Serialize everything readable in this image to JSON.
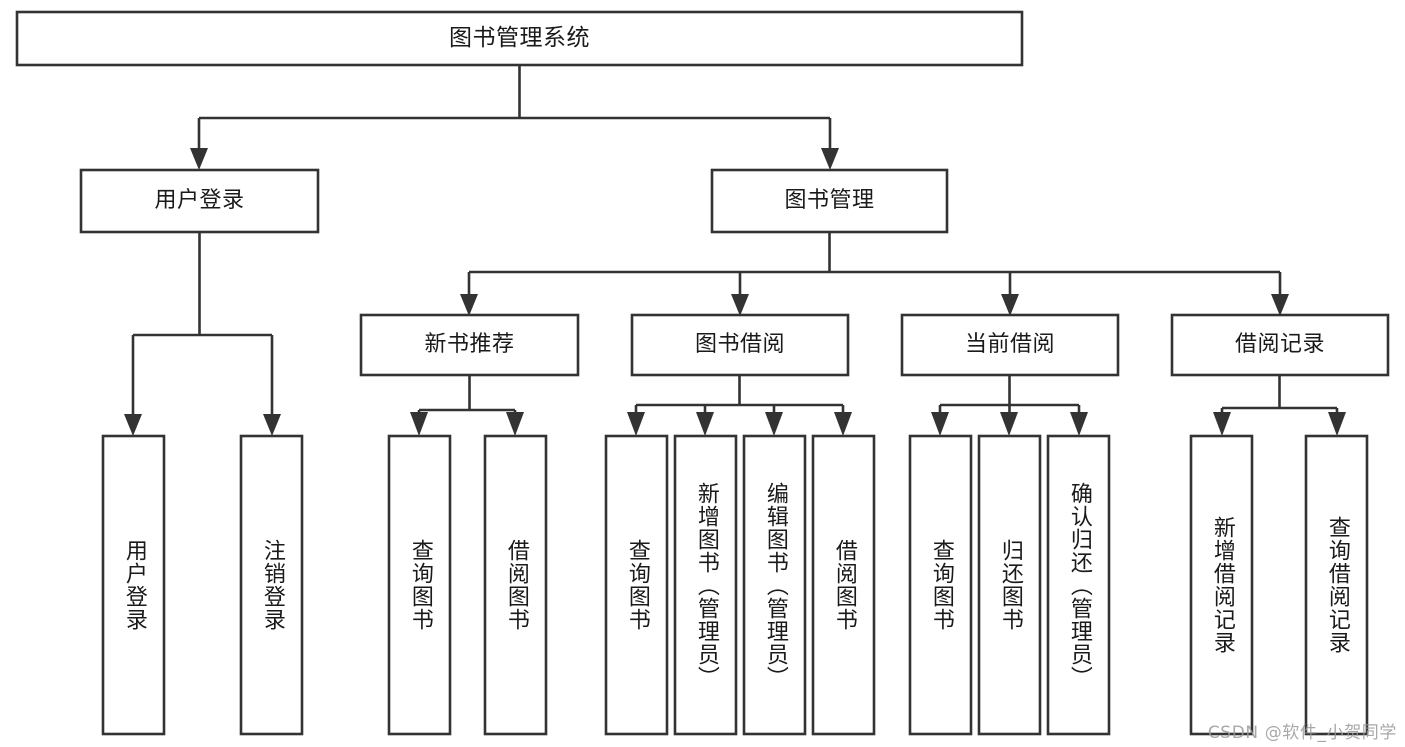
{
  "diagram": {
    "type": "tree-hierarchy-chart",
    "title": "图书管理系统",
    "watermark": "CSDN @软件_小贺同学",
    "colors": {
      "box_stroke": "#333333",
      "box_fill": "#ffffff",
      "text": "#1a1a1a",
      "background": "#ffffff",
      "watermark": "#9a9a9a"
    },
    "root": {
      "label": "图书管理系统"
    },
    "level2": [
      {
        "label": "用户登录"
      },
      {
        "label": "图书管理"
      }
    ],
    "level3": [
      {
        "label": "新书推荐"
      },
      {
        "label": "图书借阅"
      },
      {
        "label": "当前借阅"
      },
      {
        "label": "借阅记录"
      }
    ],
    "leaves": {
      "user_login": [
        {
          "label": "用户登录"
        },
        {
          "label": "注销登录"
        }
      ],
      "new_book_recommend": [
        {
          "label": "查询图书"
        },
        {
          "label": "借阅图书"
        }
      ],
      "book_borrow": [
        {
          "label": "查询图书"
        },
        {
          "label": "新增图书（管理员）"
        },
        {
          "label": "编辑图书（管理员）"
        },
        {
          "label": "借阅图书"
        }
      ],
      "current_borrow": [
        {
          "label": "查询图书"
        },
        {
          "label": "归还图书"
        },
        {
          "label": "确认归还（管理员）"
        }
      ],
      "borrow_record": [
        {
          "label": "新增借阅记录"
        },
        {
          "label": "查询借阅记录"
        }
      ]
    }
  }
}
